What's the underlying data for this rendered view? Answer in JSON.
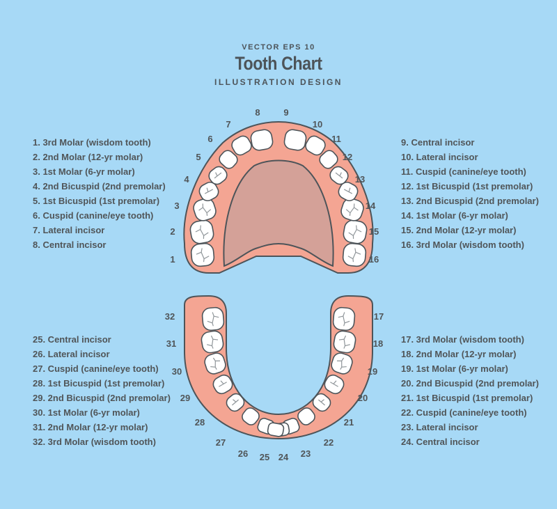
{
  "header": {
    "top_line": "VECTOR EPS 10",
    "title": "Tooth Chart",
    "subtitle": "ILLUSTRATION DESIGN"
  },
  "legend": {
    "upper_right_jaw": [
      "1. 3rd Molar (wisdom tooth)",
      "2. 2nd Molar (12-yr molar)",
      "3. 1st Molar (6-yr molar)",
      "4. 2nd Bicuspid (2nd premolar)",
      "5. 1st Bicuspid (1st premolar)",
      "6. Cuspid (canine/eye tooth)",
      "7. Lateral incisor",
      "8. Central incisor"
    ],
    "upper_left_jaw": [
      "9. Central incisor",
      "10. Lateral incisor",
      "11. Cuspid (canine/eye tooth)",
      "12. 1st Bicuspid (1st premolar)",
      "13. 2nd Bicuspid (2nd premolar)",
      "14. 1st Molar (6-yr molar)",
      "15. 2nd Molar (12-yr molar)",
      "16. 3rd Molar (wisdom tooth)"
    ],
    "lower_right_jaw": [
      "25. Central incisor",
      "26. Lateral incisor",
      "27. Cuspid (canine/eye tooth)",
      "28. 1st Bicuspid (1st premolar)",
      "29. 2nd Bicuspid (2nd premolar)",
      "30. 1st Molar (6-yr molar)",
      "31. 2nd Molar (12-yr molar)",
      "32. 3rd Molar (wisdom tooth)"
    ],
    "lower_left_jaw": [
      "17. 3rd Molar (wisdom tooth)",
      "18. 2nd Molar (12-yr molar)",
      "19. 1st Molar (6-yr molar)",
      "20. 2nd Bicuspid (2nd premolar)",
      "21. 1st Bicuspid (1st premolar)",
      "22. Cuspid (canine/eye tooth)",
      "23. Lateral incisor",
      "24. Central incisor"
    ]
  },
  "diagram": {
    "upper_numbers": [
      "1",
      "2",
      "3",
      "4",
      "5",
      "6",
      "7",
      "8",
      "9",
      "10",
      "11",
      "12",
      "13",
      "14",
      "15",
      "16"
    ],
    "lower_numbers": [
      "17",
      "18",
      "19",
      "20",
      "21",
      "22",
      "23",
      "24",
      "25",
      "26",
      "27",
      "28",
      "29",
      "30",
      "31",
      "32"
    ],
    "colors": {
      "background": "#a7d9f6",
      "gum": "#f4a593",
      "palate": "#d4a198",
      "tooth": "#ffffff",
      "outline": "#4d5459"
    },
    "icons": [
      "molar-icon",
      "premolar-icon",
      "canine-icon",
      "incisor-icon"
    ]
  }
}
